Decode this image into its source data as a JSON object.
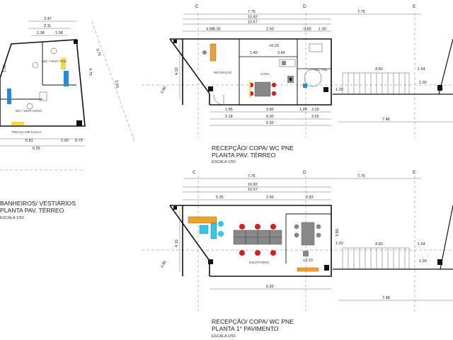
{
  "axes": {
    "c": "C",
    "d": "D",
    "e": "E"
  },
  "top_plan": {
    "dims_top": {
      "total_1": "7.75",
      "total_2": "7.75",
      "d1": "10.82",
      "d2": "10.67",
      "d3": "4.58",
      "d4": "5.35",
      "d5": "2.50",
      "d6": "0.80",
      "d7": "1.00"
    },
    "dims_inner": {
      "a": "1.40",
      "b": "2.45",
      "level": "+0.20"
    },
    "dims_bottom": {
      "a": "1.85",
      "b": "3.80",
      "c": "1.20",
      "d": "2.02",
      "e": "2.18",
      "f": "6.00",
      "g": "2.02",
      "h": "6.93",
      "i": "7.48"
    },
    "dims_side": {
      "left": "4.10",
      "left_outer": "4.80",
      "stair_w": "4.50",
      "stair_r": "1.54",
      "stair_h1": "1.20",
      "stair_h2": "1.30"
    },
    "rooms": {
      "reception": "RECEPÇÃO",
      "copa": "COPA",
      "wc": "WC PNE"
    },
    "title_line1": "RECEPÇÃO/ COPA/ WC PNE",
    "title_line2": "PLANTA PAV. TÉRREO",
    "scale": "ESCALA 1/50"
  },
  "bottom_plan": {
    "dims_top": {
      "total_1": "7.75",
      "total_2": "7.75",
      "d1": "10.82",
      "d2": "10.67",
      "d3": "5.35",
      "d4": "2.50",
      "d5": "2.83"
    },
    "dims_side": {
      "left": "4.10",
      "left_outer": "4.80",
      "right": "3.80",
      "stair_w": "4.50",
      "stair_r": "1.54",
      "stair_h1": "1.20",
      "stair_h2": "1.30"
    },
    "dims_bottom": {
      "a": "6.93",
      "b": "7.48"
    },
    "level": "+3.10",
    "rooms": {
      "office": "ESCRITÓRIO"
    },
    "title_line1": "RECEPÇÃO/ COPA/ WC PNE",
    "title_line2": "PLANTA 1° PAVIMENTO",
    "scale": "ESCALA 1/50"
  },
  "left_plan": {
    "dims_top": {
      "a": "2.47",
      "b": "2.11",
      "c": "1.08",
      "d": "1.08"
    },
    "dims_side": {
      "a": "3.75",
      "b": "4.75",
      "c": "2.83",
      "d": "1.85"
    },
    "dims_bottom": {
      "a": "5.81",
      "b": "1.00",
      "c": "0.73",
      "d": "6.25"
    },
    "rooms": {
      "wc_fem": "WC / VEST FEM",
      "wc_masc": "WC / VEST MASC",
      "truss": "TRELIÇA METÁLICA"
    },
    "title_line1": "BANHEIROS/ VESTIÁRIOS",
    "title_line2": "PLANTA PAV. TÉRREO",
    "scale": "ESCALA 1/50"
  },
  "colors": {
    "orange": "#f0a030",
    "cyan": "#30c8e8",
    "red": "#d42020",
    "gray": "#888888",
    "yellow": "#f2d84a",
    "blue": "#2a8ad8"
  }
}
